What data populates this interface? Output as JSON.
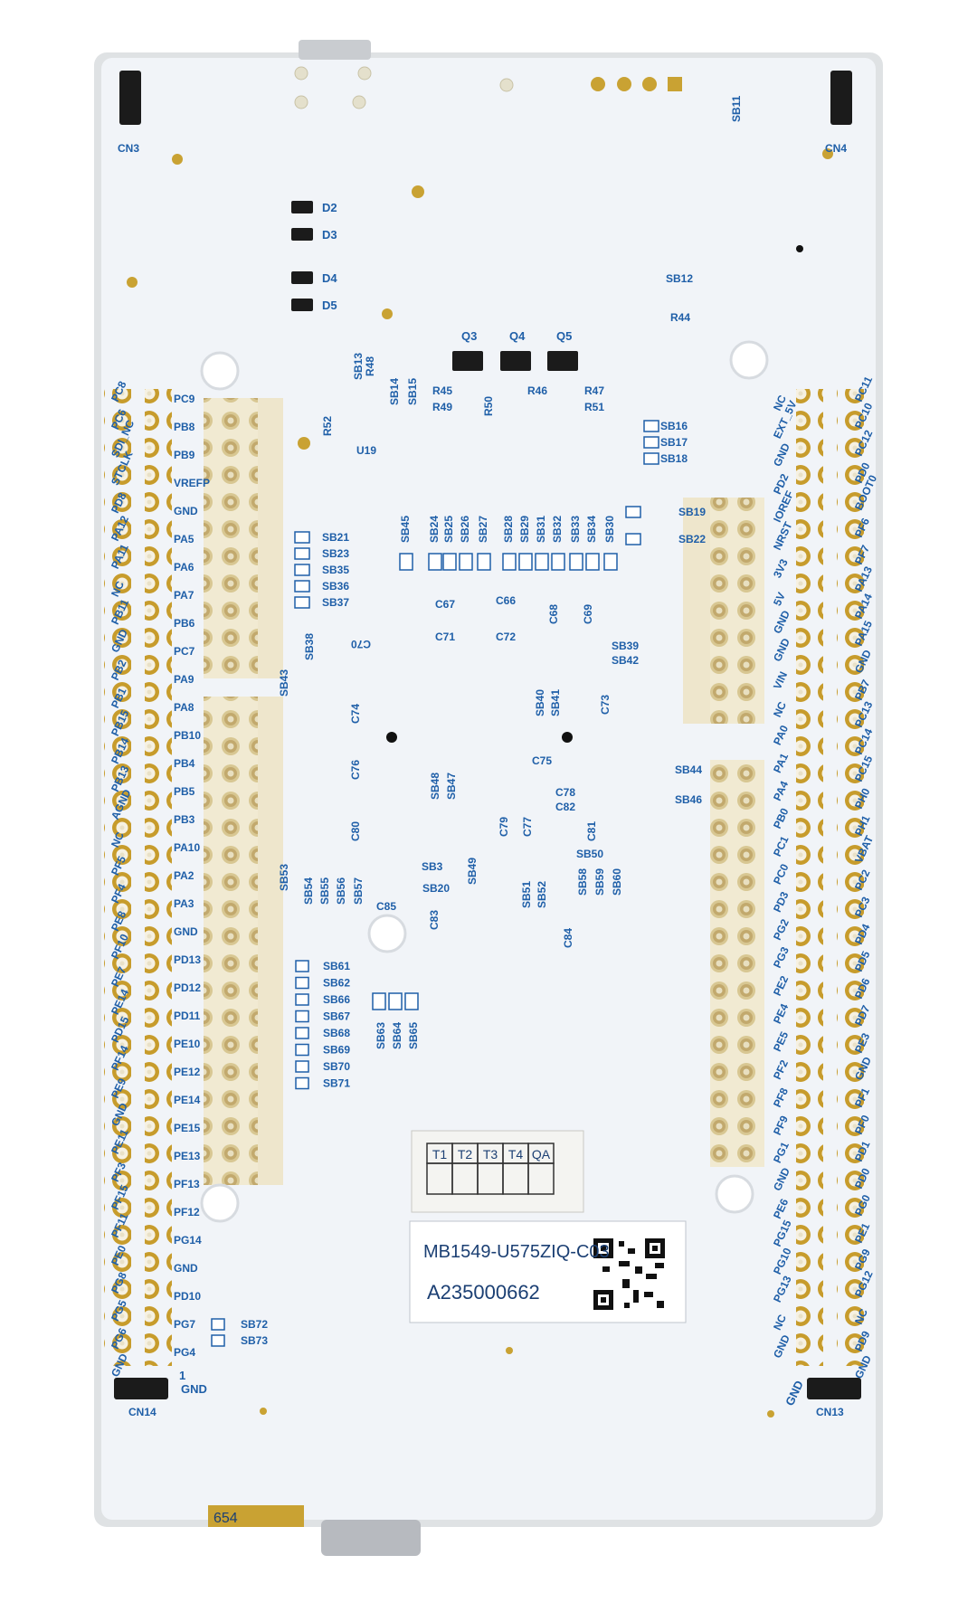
{
  "board": {
    "label_line1": "MB1549-U575ZIQ-C03",
    "label_line2": "A235000662",
    "qc_headers": [
      "T1",
      "T2",
      "T3",
      "T4",
      "QA"
    ],
    "corner_number": "654"
  },
  "connectors": {
    "cn3": "CN3",
    "cn4": "CN4",
    "cn13": "CN13",
    "cn14": "CN14",
    "gnd_left": "GND",
    "gnd_right": "GND",
    "one_left": "1"
  },
  "components": {
    "diodes": [
      "D2",
      "D3",
      "D4",
      "D5"
    ],
    "transistors": [
      "Q3",
      "Q4",
      "Q5"
    ],
    "resistors": [
      "R45",
      "R49",
      "R50",
      "R46",
      "R47",
      "R51",
      "R48",
      "R52",
      "R44"
    ],
    "u19": "U19",
    "sb11": "SB11",
    "sb12": "SB12",
    "sb13": "SB13",
    "sb14": "SB14",
    "sb15": "SB15"
  },
  "solder_bridges": {
    "left_column": [
      "SB21",
      "SB23",
      "SB35",
      "SB36",
      "SB37"
    ],
    "top_row": [
      "SB45",
      "SB24",
      "SB25",
      "SB26",
      "SB27",
      "SB28",
      "SB29",
      "SB31",
      "SB32",
      "SB33",
      "SB34",
      "SB30"
    ],
    "right_top": [
      "SB16",
      "SB17",
      "SB18",
      "SB19",
      "SB22"
    ],
    "right_mid": [
      "SB39",
      "SB42",
      "SB44",
      "SB46"
    ],
    "mid_misc": [
      "SB38",
      "SB43",
      "SB40",
      "SB41",
      "SB48",
      "SB47",
      "SB49",
      "SB3",
      "SB20",
      "SB50",
      "SB53",
      "SB54",
      "SB55",
      "SB56",
      "SB57",
      "SB51",
      "SB52",
      "SB58",
      "SB59",
      "SB60"
    ],
    "bottom_left": [
      "SB61",
      "SB62",
      "SB66",
      "SB67",
      "SB68",
      "SB69",
      "SB70",
      "SB71"
    ],
    "bottom_mid": [
      "SB63",
      "SB64",
      "SB65"
    ],
    "bottom_extra": [
      "SB72",
      "SB73"
    ]
  },
  "capacitors": [
    "C67",
    "C66",
    "C71",
    "C72",
    "C70",
    "C68",
    "C69",
    "C73",
    "C74",
    "C75",
    "C76",
    "C78",
    "C82",
    "C77",
    "C79",
    "C80",
    "C81",
    "C85",
    "C83",
    "C84"
  ],
  "left_outer_labels": [
    "PC8",
    "PC6",
    "SDI_NC",
    "STCLK",
    "PD8",
    "PA12",
    "PA11",
    "NC",
    "PB11",
    "GND",
    "PB2",
    "PB1",
    "PB15",
    "PB14",
    "PB13",
    "AGND",
    "NC",
    "PF5",
    "PF4",
    "PE8",
    "PF10",
    "PE7",
    "PE14",
    "PD15",
    "PF14",
    "PE9",
    "GND",
    "PE11",
    "PF3",
    "PF15",
    "PF11",
    "PE0",
    "PG8",
    "PG5",
    "PG6",
    "GND"
  ],
  "left_inner_labels": [
    "PC9",
    "PB8",
    "PB9",
    "VREFP",
    "GND",
    "PA5",
    "PA6",
    "PA7",
    "PB6",
    "PC7",
    "PA9",
    "PA8",
    "PB10",
    "PB4",
    "PB5",
    "PB3",
    "PA10",
    "PA2",
    "PA3",
    "GND",
    "PD13",
    "PD12",
    "PD11",
    "PE10",
    "PE12",
    "PE14",
    "PE15",
    "PE13",
    "PF13",
    "PF12",
    "PG14",
    "GND",
    "PD10",
    "PG7",
    "PG4"
  ],
  "right_inner_labels": [
    "NC",
    "EXT_5V",
    "GND",
    "PD2",
    "IOREF",
    "NRST",
    "3V3",
    "5V",
    "GND",
    "GND",
    "VIN",
    "NC",
    "PA0",
    "PA1",
    "PA4",
    "PB0",
    "PC1",
    "PC0",
    "PD3",
    "PG2",
    "PG3",
    "PE2",
    "PE4",
    "PE5",
    "PF2",
    "PF8",
    "PF9",
    "PG1",
    "GND",
    "PE6",
    "PG15",
    "PG10",
    "PG13",
    "NC",
    "GND"
  ],
  "right_outer_labels": [
    "PC11",
    "PC10",
    "PC12",
    "PD0",
    "BOOT0",
    "PF6",
    "PF7",
    "PA13",
    "PA14",
    "PA15",
    "GND",
    "PB7",
    "PC13",
    "PC14",
    "PC15",
    "PH0",
    "PH1",
    "VBAT",
    "PC2",
    "PC3",
    "PD4",
    "PD5",
    "PD6",
    "PD7",
    "PE3",
    "GND",
    "PF1",
    "PF0",
    "PD1",
    "PD0",
    "PG0",
    "PE1",
    "PG9",
    "PG12",
    "NC",
    "PD9",
    "GND"
  ],
  "colors": {
    "board": "#f1f4f8",
    "silkscreen": "#1f5fa8",
    "gold_pad": "#c9a233",
    "header_white": "#efe9d3"
  }
}
